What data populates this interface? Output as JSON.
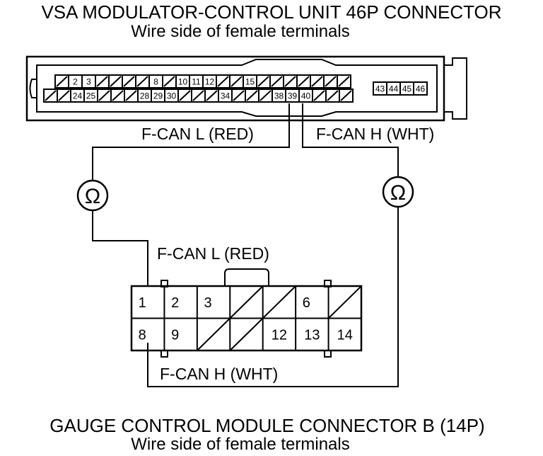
{
  "top_title": "VSA MODULATOR-CONTROL UNIT 46P CONNECTOR",
  "top_subtitle": "Wire side of female terminals",
  "bottom_title": "GAUGE CONTROL MODULE CONNECTOR B (14P)",
  "bottom_subtitle": "Wire side of female terminals",
  "wires": {
    "vsa_can_l": "F-CAN L (RED)",
    "vsa_can_h": "F-CAN H (WHT)",
    "gauge_can_l": "F-CAN L (RED)",
    "gauge_can_h": "F-CAN H (WHT)"
  },
  "meter_symbol": "Ω",
  "vsa_connector": {
    "row1_labels": [
      "",
      "2",
      "3",
      "",
      "",
      "",
      "",
      "8",
      "",
      "10",
      "11",
      "12",
      "",
      "",
      "15",
      "",
      "",
      "",
      "",
      "",
      "",
      ""
    ],
    "row2_labels": [
      "",
      "",
      "24",
      "25",
      "",
      "",
      "",
      "28",
      "29",
      "30",
      "",
      "",
      "",
      "34",
      "",
      "",
      "",
      "38",
      "39",
      "40",
      "",
      "",
      ""
    ],
    "side_labels": [
      "43",
      "44",
      "45",
      "46"
    ]
  },
  "gauge_connector": {
    "row1_labels": [
      "1",
      "2",
      "3",
      "",
      "",
      "",
      "6",
      ""
    ],
    "row2_labels": [
      "8",
      "9",
      "",
      "",
      "12",
      "13",
      "14"
    ]
  }
}
